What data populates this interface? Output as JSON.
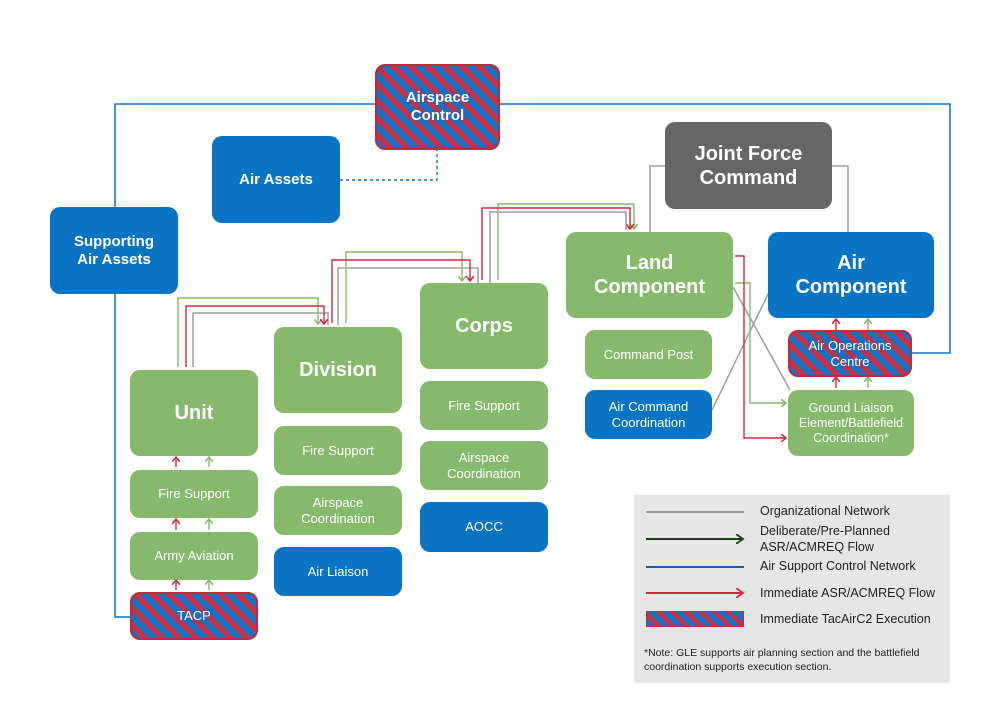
{
  "nodes": {
    "airspace_control": "Airspace Control",
    "air_assets": "Air Assets",
    "supporting_air_assets": "Supporting Air Assets",
    "joint_force_command": "Joint Force Command",
    "land_component": "Land Component",
    "air_component": "Air Component",
    "command_post": "Command Post",
    "air_command_coordination": "Air Command Coordination",
    "air_operations_centre": "Air Operations Centre",
    "ground_liaison": "Ground Liaison Element/Battlefield Coordination*",
    "corps": "Corps",
    "corps_fire_support": "Fire Support",
    "corps_airspace_coordination": "Airspace Coordination",
    "aocc": "AOCC",
    "division": "Division",
    "division_fire_support": "Fire Support",
    "division_airspace_coordination": "Airspace Coordination",
    "air_liaison": "Air Liaison",
    "unit": "Unit",
    "unit_fire_support": "Fire Support",
    "army_aviation": "Army Aviation",
    "tacp": "TACP"
  },
  "legend": {
    "items": [
      {
        "label": "Organizational Network",
        "color": "#9e9e9e"
      },
      {
        "label": "Deliberate/Pre-Planned ASR/ACMREQ Flow",
        "color": "#1f3d1a"
      },
      {
        "label": "Air Support Control Network",
        "color": "#0a5fb0"
      },
      {
        "label": "Immediate ASR/ACMREQ Flow",
        "color": "#d42a3c"
      },
      {
        "label": "Immediate TacAirC2 Execution",
        "color": "#d42a3c"
      }
    ],
    "note": "*Note: GLE supports air planning section and the battlefield coordination supports execution section."
  },
  "colors": {
    "green": "#86b96b",
    "blue": "#0a74c4",
    "gray": "#666666",
    "red": "#d42a3c",
    "org_line": "#9e9e9e",
    "green_line": "#86b96b"
  }
}
